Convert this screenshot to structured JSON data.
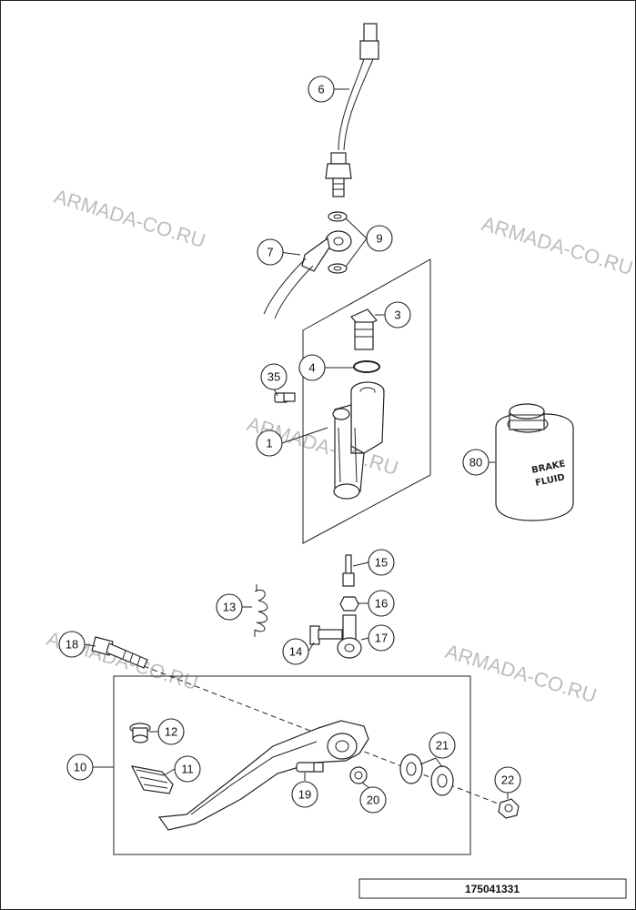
{
  "watermark": {
    "text": "ARMADA-CO.RU",
    "color": "#bdbdbd"
  },
  "callouts": [
    "1",
    "3",
    "4",
    "6",
    "7",
    "9",
    "10",
    "11",
    "12",
    "13",
    "14",
    "15",
    "16",
    "17",
    "18",
    "19",
    "20",
    "21",
    "22",
    "35",
    "80"
  ],
  "bottle_label": {
    "line1": "BRAKE",
    "line2": "FLUID"
  },
  "drawing_number": "175041331",
  "colors": {
    "line": "#222222",
    "fill": "#ffffff"
  }
}
